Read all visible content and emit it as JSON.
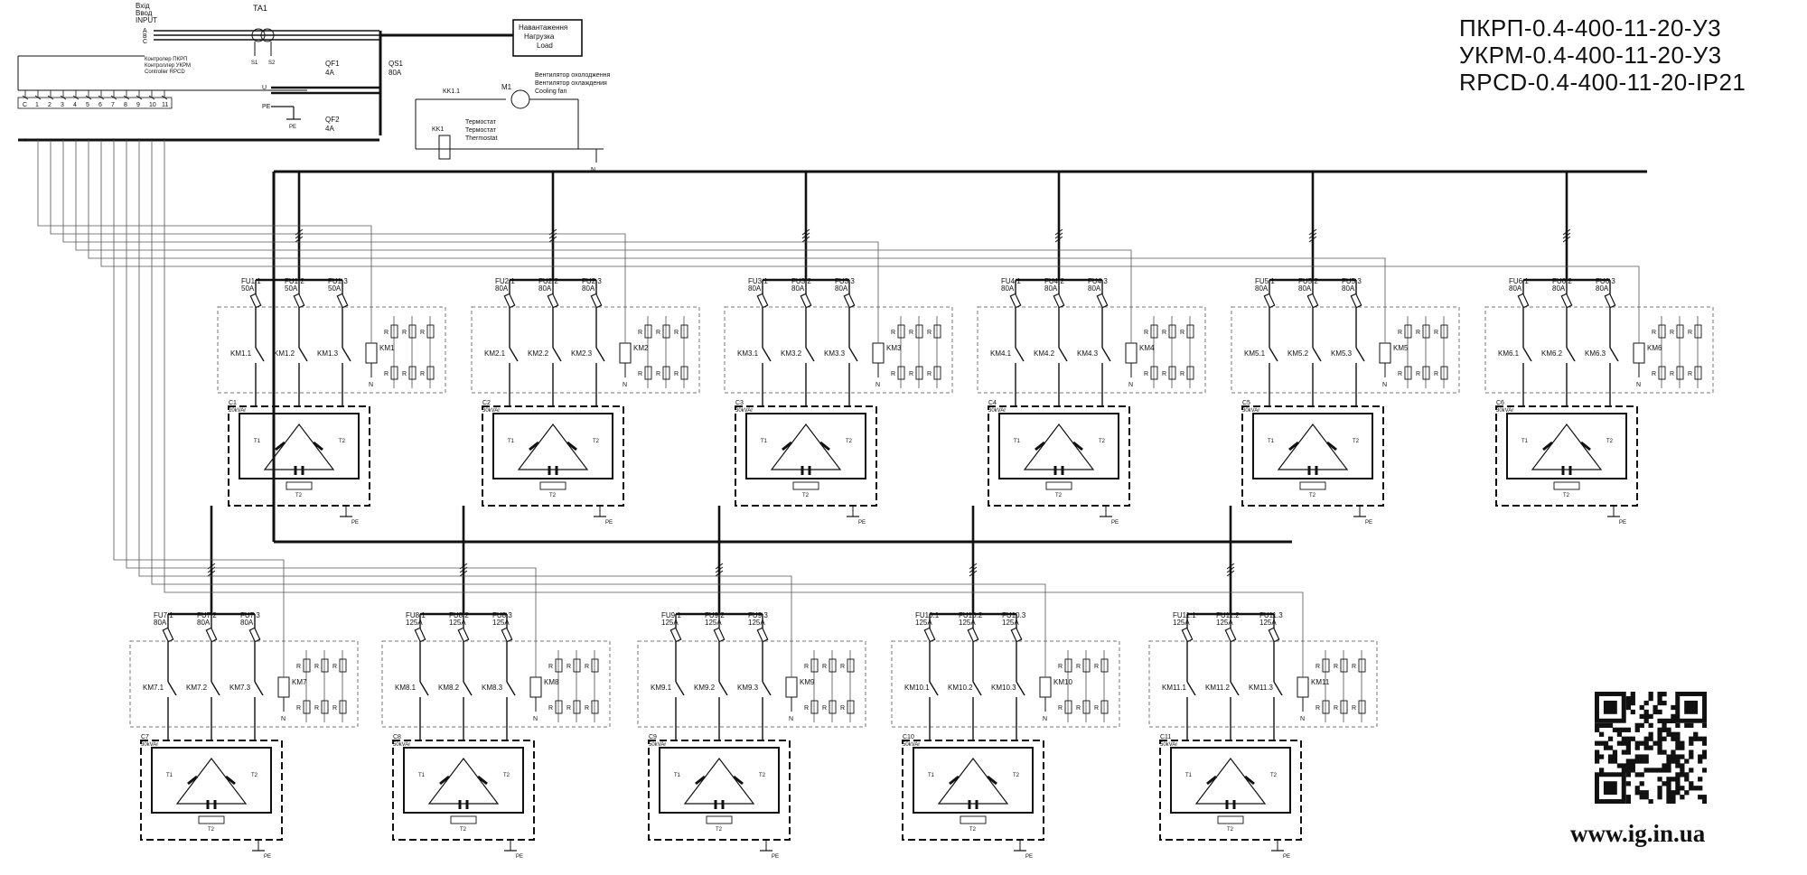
{
  "titles": [
    "ПКРП-0.4-400-11-20-У3",
    "УКРМ-0.4-400-11-20-У3",
    "RPCD-0.4-400-11-20-IP21"
  ],
  "website": "www.ig.in.ua",
  "input": {
    "label_ua": "Вхід",
    "label_ru": "Ввод",
    "label_en": "INPUT",
    "phases": [
      "A",
      "B",
      "C"
    ]
  },
  "ta": {
    "label": "TA1",
    "s1": "S1",
    "s2": "S2"
  },
  "load": {
    "line1": "Навантаження",
    "line2": "Нагрузка",
    "line3": "Load"
  },
  "control": {
    "line1": "Контролер ПКРП",
    "line2": "Контроллер УКРМ",
    "line3": "Controller RPCD"
  },
  "terminals": [
    "C",
    "1",
    "2",
    "3",
    "4",
    "5",
    "6",
    "7",
    "8",
    "9",
    "10",
    "11"
  ],
  "supply": {
    "u": "U",
    "pe": "PE",
    "n": "N"
  },
  "qf1": {
    "label": "QF1",
    "rating": "4A"
  },
  "qf2": {
    "label": "QF2",
    "rating": "4A"
  },
  "qs1": {
    "label": "QS1",
    "rating": "80A"
  },
  "fan": {
    "contact": "KK1.1",
    "motor": "M1",
    "line1": "Вентилятор охолодження",
    "line2": "Вентилятор охлаждения",
    "line3": "Cooling fan"
  },
  "thermo": {
    "relay": "KK1",
    "line1": "Термостат",
    "line2": "Термостат",
    "line3": "Thermostat"
  },
  "stage_labels": {
    "resistor": "R",
    "neutral": "N",
    "pe": "PE",
    "t1": "T1",
    "t2": "T2"
  },
  "stages": [
    {
      "n": 1,
      "fuse_rating": "50A",
      "cap_rating": "20kVAr"
    },
    {
      "n": 2,
      "fuse_rating": "80A",
      "cap_rating": "30kVAr"
    },
    {
      "n": 3,
      "fuse_rating": "80A",
      "cap_rating": "30kVAr"
    },
    {
      "n": 4,
      "fuse_rating": "80A",
      "cap_rating": "30kVAr"
    },
    {
      "n": 5,
      "fuse_rating": "80A",
      "cap_rating": "30kVAr"
    },
    {
      "n": 6,
      "fuse_rating": "80A",
      "cap_rating": "30kVAr"
    },
    {
      "n": 7,
      "fuse_rating": "80A",
      "cap_rating": "30kVAr"
    },
    {
      "n": 8,
      "fuse_rating": "125A",
      "cap_rating": "50kVAr"
    },
    {
      "n": 9,
      "fuse_rating": "125A",
      "cap_rating": "50kVAr"
    },
    {
      "n": 10,
      "fuse_rating": "125A",
      "cap_rating": "50kVAr"
    },
    {
      "n": 11,
      "fuse_rating": "125A",
      "cap_rating": "50kVAr"
    }
  ]
}
